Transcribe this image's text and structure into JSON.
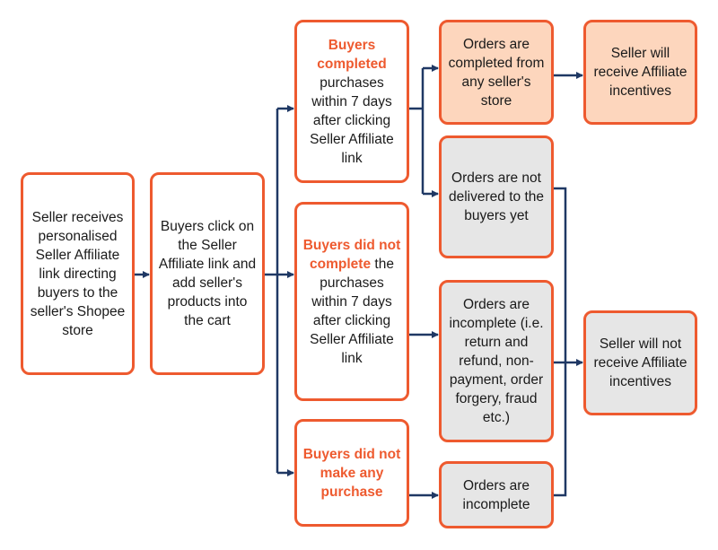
{
  "nodes": {
    "seller_receives": "Seller receives personalised Seller Affiliate link directing buyers to the seller's Shopee store",
    "buyers_click": "Buyers click on the Seller Affiliate link and add seller's products into the cart",
    "completed": {
      "highlight": "Buyers completed",
      "text": "purchases within 7 days after clicking Seller Affiliate link"
    },
    "did_not_complete": {
      "highlight": "Buyers did not complete",
      "text": "the purchases within 7 days after clicking Seller Affiliate link"
    },
    "no_purchase": {
      "highlight": "Buyers did not make any purchase"
    },
    "orders_completed": "Orders are completed from any seller's store",
    "orders_not_delivered": "Orders are not delivered to the buyers yet",
    "orders_incomplete_reasons": "Orders are incomplete (i.e. return and refund, non-payment, order forgery, fraud etc.)",
    "orders_incomplete": "Orders are incomplete",
    "seller_receive": "Seller will receive Affiliate incentives",
    "seller_not_receive": "Seller will not receive Affiliate incentives"
  },
  "colors": {
    "accent": "#ee5a2f",
    "arrow": "#1f3864",
    "peach_fill": "#fdd6bd",
    "grey_fill": "#e6e6e6"
  }
}
